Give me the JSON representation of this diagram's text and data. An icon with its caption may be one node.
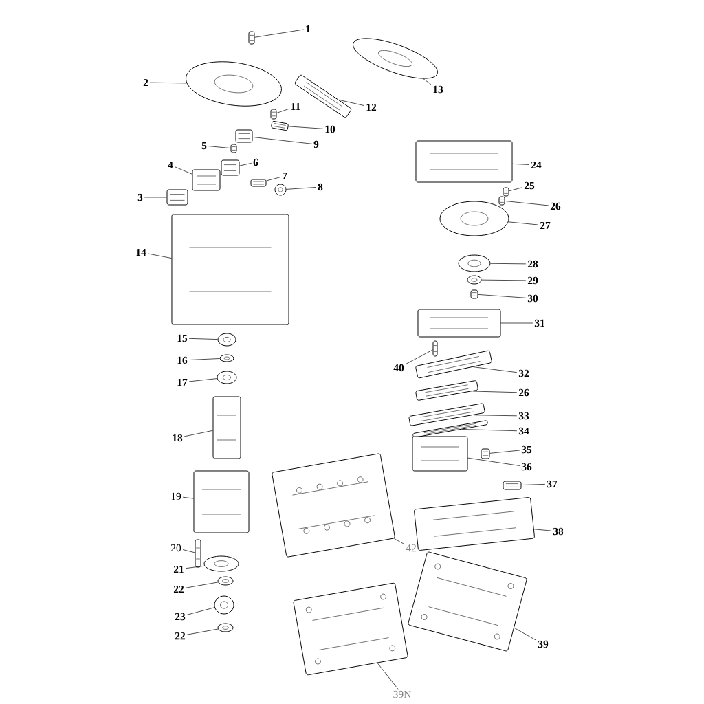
{
  "diagram": {
    "nodes": [
      {
        "text": [
          "1"
        ]
      },
      {
        "text": [
          "2"
        ]
      },
      {
        "text": [
          "3"
        ]
      },
      {
        "text": [
          "4"
        ]
      },
      {
        "text": [
          "5"
        ]
      },
      {
        "text": [
          "6"
        ]
      },
      {
        "text": [
          "7"
        ]
      },
      {
        "text": [
          "8"
        ]
      },
      {
        "text": [
          "9"
        ]
      },
      {
        "text": [
          "10"
        ]
      },
      {
        "text": [
          "11"
        ]
      },
      {
        "text": [
          "12"
        ]
      },
      {
        "text": [
          "13"
        ]
      },
      {
        "text": [
          "14"
        ]
      },
      {
        "text": [
          "15"
        ]
      },
      {
        "text": [
          "16"
        ]
      },
      {
        "text": [
          "17"
        ]
      },
      {
        "text": [
          "18"
        ]
      },
      {
        "text": [
          "19"
        ]
      },
      {
        "text": [
          "20"
        ]
      },
      {
        "text": [
          "21"
        ]
      },
      {
        "text": [
          "22"
        ]
      },
      {
        "text": [
          "23"
        ]
      },
      {
        "text": [
          "22"
        ]
      },
      {
        "text": [
          "24"
        ]
      },
      {
        "text": [
          "25"
        ]
      },
      {
        "text": [
          "26"
        ]
      },
      {
        "text": [
          "27"
        ]
      },
      {
        "text": [
          "28"
        ]
      },
      {
        "text": [
          "29"
        ]
      },
      {
        "text": [
          "30"
        ]
      },
      {
        "text": [
          "31"
        ]
      },
      {
        "text": [
          "40"
        ]
      },
      {
        "text": [
          "32"
        ]
      },
      {
        "text": [
          "26"
        ]
      },
      {
        "text": [
          "33"
        ]
      },
      {
        "text": [
          "34"
        ]
      },
      {
        "text": [
          "35"
        ]
      },
      {
        "text": [
          "36"
        ]
      },
      {
        "text": [
          "37"
        ]
      },
      {
        "text": [
          "38"
        ]
      },
      {
        "text": [
          "42"
        ]
      },
      {
        "text": [
          "39"
        ]
      },
      {
        "text": [
          "39N"
        ]
      },
      {
        "text": [],
        "shape": "picture"
      },
      {
        "text": [],
        "shape": "picture"
      },
      {
        "text": [],
        "shape": "picture"
      },
      {
        "text": [],
        "shape": "picture"
      },
      {
        "text": [],
        "shape": "picture"
      },
      {
        "text": [],
        "shape": "picture"
      },
      {
        "text": [],
        "shape": "picture"
      },
      {
        "text": [],
        "shape": "picture"
      },
      {
        "text": [],
        "shape": "picture"
      },
      {
        "text": [],
        "shape": "picture"
      },
      {
        "text": [],
        "shape": "picture"
      },
      {
        "text": [],
        "shape": "picture"
      },
      {
        "text": [],
        "shape": "picture"
      },
      {
        "text": [],
        "shape": "picture"
      },
      {
        "text": [],
        "shape": "picture"
      },
      {
        "text": [],
        "shape": "picture"
      },
      {
        "text": [],
        "shape": "picture"
      },
      {
        "text": [],
        "shape": "picture"
      },
      {
        "text": [],
        "shape": "picture"
      },
      {
        "text": [],
        "shape": "picture"
      },
      {
        "text": [],
        "shape": "picture"
      },
      {
        "text": [],
        "shape": "picture"
      },
      {
        "text": [],
        "shape": "picture"
      },
      {
        "text": [],
        "shape": "picture"
      },
      {
        "text": [],
        "shape": "picture"
      },
      {
        "text": [],
        "shape": "picture"
      },
      {
        "text": [],
        "shape": "picture"
      },
      {
        "text": [],
        "shape": "picture"
      },
      {
        "text": [],
        "shape": "picture"
      },
      {
        "text": [],
        "shape": "picture"
      },
      {
        "text": [],
        "shape": "picture"
      },
      {
        "text": [],
        "shape": "picture"
      },
      {
        "text": [],
        "shape": "picture"
      },
      {
        "text": [],
        "shape": "picture"
      },
      {
        "text": [],
        "shape": "picture"
      },
      {
        "text": [],
        "shape": "picture"
      },
      {
        "text": [],
        "shape": "picture"
      },
      {
        "text": [],
        "shape": "picture"
      },
      {
        "text": [],
        "shape": "picture"
      },
      {
        "text": [],
        "shape": "picture"
      },
      {
        "text": [],
        "shape": "picture"
      },
      {
        "text": [],
        "shape": "picture"
      },
      {
        "text": [],
        "shape": "picture"
      },
      {
        "text": [],
        "shape": "picture"
      }
    ],
    "edges": [
      {
        "from": 0,
        "to": 44,
        "arrow": "none"
      },
      {
        "from": 1,
        "to": 45,
        "arrow": "none"
      },
      {
        "from": 2,
        "to": 46,
        "arrow": "none"
      },
      {
        "from": 3,
        "to": 47,
        "arrow": "none"
      },
      {
        "from": 4,
        "to": 48,
        "arrow": "none"
      },
      {
        "from": 5,
        "to": 49,
        "arrow": "none"
      },
      {
        "from": 6,
        "to": 50,
        "arrow": "none"
      },
      {
        "from": 7,
        "to": 51,
        "arrow": "none"
      },
      {
        "from": 8,
        "to": 52,
        "arrow": "none"
      },
      {
        "from": 9,
        "to": 53,
        "arrow": "none"
      },
      {
        "from": 10,
        "to": 54,
        "arrow": "none"
      },
      {
        "from": 11,
        "to": 55,
        "arrow": "none"
      },
      {
        "from": 12,
        "to": 56,
        "arrow": "none"
      },
      {
        "from": 13,
        "to": 57,
        "arrow": "none"
      },
      {
        "from": 14,
        "to": 58,
        "arrow": "none"
      },
      {
        "from": 15,
        "to": 59,
        "arrow": "none"
      },
      {
        "from": 16,
        "to": 60,
        "arrow": "none"
      },
      {
        "from": 17,
        "to": 61,
        "arrow": "none"
      },
      {
        "from": 18,
        "to": 62,
        "arrow": "none"
      },
      {
        "from": 19,
        "to": 63,
        "arrow": "none"
      },
      {
        "from": 20,
        "to": 64,
        "arrow": "none"
      },
      {
        "from": 21,
        "to": 65,
        "arrow": "none"
      },
      {
        "from": 22,
        "to": 66,
        "arrow": "none"
      },
      {
        "from": 23,
        "to": 67,
        "arrow": "none"
      },
      {
        "from": 24,
        "to": 68,
        "arrow": "none"
      },
      {
        "from": 25,
        "to": 69,
        "arrow": "none"
      },
      {
        "from": 26,
        "to": 70,
        "arrow": "none"
      },
      {
        "from": 27,
        "to": 71,
        "arrow": "none"
      },
      {
        "from": 28,
        "to": 72,
        "arrow": "none"
      },
      {
        "from": 29,
        "to": 73,
        "arrow": "none"
      },
      {
        "from": 30,
        "to": 74,
        "arrow": "none"
      },
      {
        "from": 31,
        "to": 75,
        "arrow": "none"
      },
      {
        "from": 32,
        "to": 76,
        "arrow": "none"
      },
      {
        "from": 33,
        "to": 77,
        "arrow": "none"
      },
      {
        "from": 34,
        "to": 78,
        "arrow": "none"
      },
      {
        "from": 35,
        "to": 79,
        "arrow": "none"
      },
      {
        "from": 36,
        "to": 80,
        "arrow": "none"
      },
      {
        "from": 37,
        "to": 81,
        "arrow": "none"
      },
      {
        "from": 38,
        "to": 82,
        "arrow": "none"
      },
      {
        "from": 39,
        "to": 83,
        "arrow": "none"
      },
      {
        "from": 40,
        "to": 84,
        "arrow": "none"
      },
      {
        "from": 41,
        "to": 85,
        "arrow": "none"
      },
      {
        "from": 42,
        "to": 86,
        "arrow": "none"
      },
      {
        "from": 43,
        "to": 87,
        "arrow": "none"
      }
    ]
  }
}
